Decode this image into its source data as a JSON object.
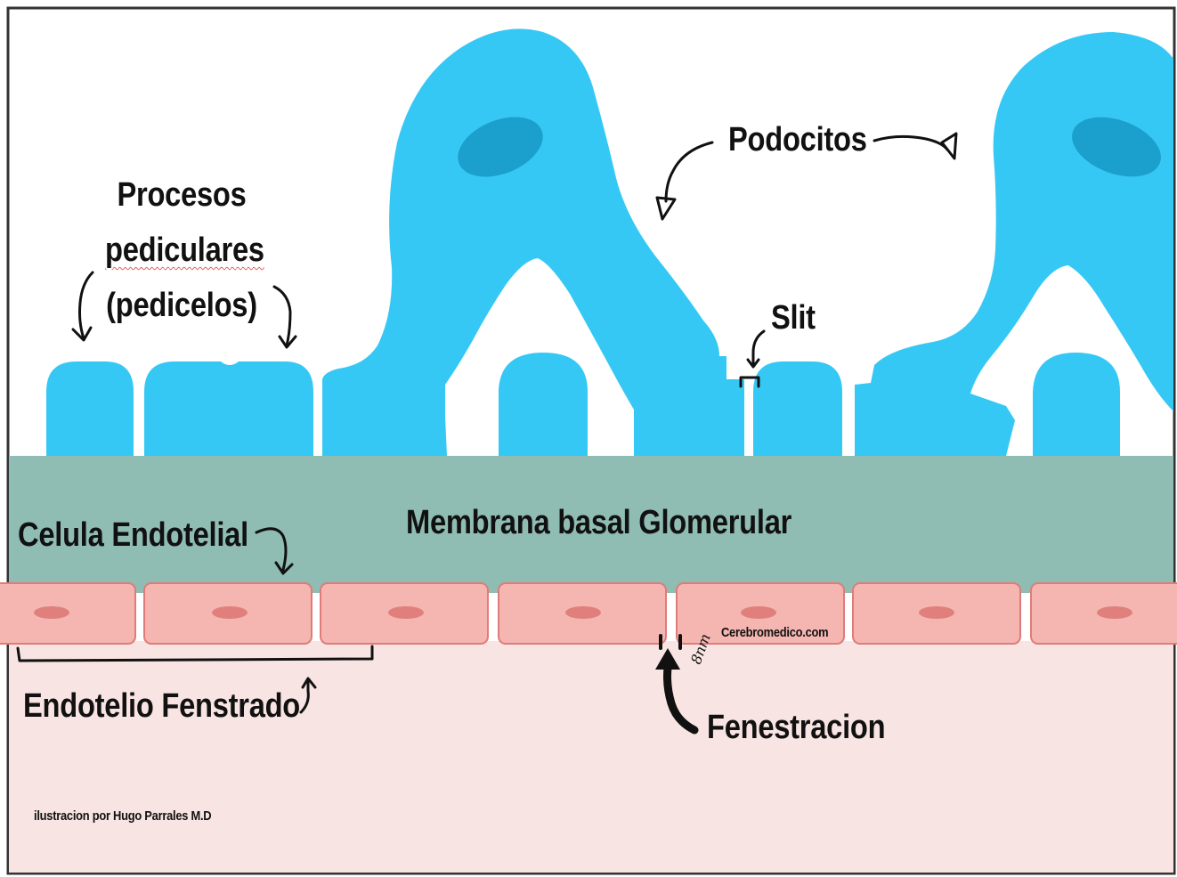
{
  "colors": {
    "podocyte": "#36c8f4",
    "podocyte_nucleus": "#1b9fcc",
    "basement_membrane": "#8fbcb3",
    "endothelial_cell": "#f5b5b0",
    "endothelial_border": "#e07c78",
    "endothelial_nucleus": "#e0807c",
    "capillary_lumen": "#f8e4e2",
    "outline": "#111111"
  },
  "icons": [
    "curved-arrow",
    "bracket",
    "open-triangle-arrowhead"
  ],
  "labels": {
    "podocitos": "Podocitos",
    "procesos_line1": "Procesos",
    "procesos_line2": "pediculares",
    "procesos_line3": "(pedicelos)",
    "slit": "Slit",
    "membrana": "Membrana basal Glomerular",
    "celula_endotelial": "Celula Endotelial",
    "endotelio_fenestrado": "Endotelio Fenstrado",
    "fenestracion": "Fenestracion",
    "gap_size": "8nm",
    "website": "Cerebromedico.com",
    "credit": "ilustracion por Hugo Parrales M.D"
  }
}
